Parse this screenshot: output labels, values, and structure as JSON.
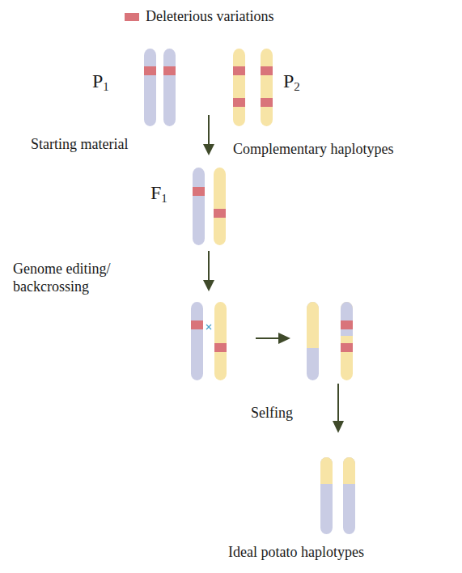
{
  "diagram": {
    "labels": [
      "P1",
      "P2",
      "Starting material",
      "Complementary haplotypes",
      "F1",
      "Genome editing/ backcrossing",
      "Selfing",
      "Ideal potato haplotypes"
    ],
    "legend": [
      {
        "text": "Deleterious variations",
        "color": "#d9747a"
      }
    ]
  }
}
